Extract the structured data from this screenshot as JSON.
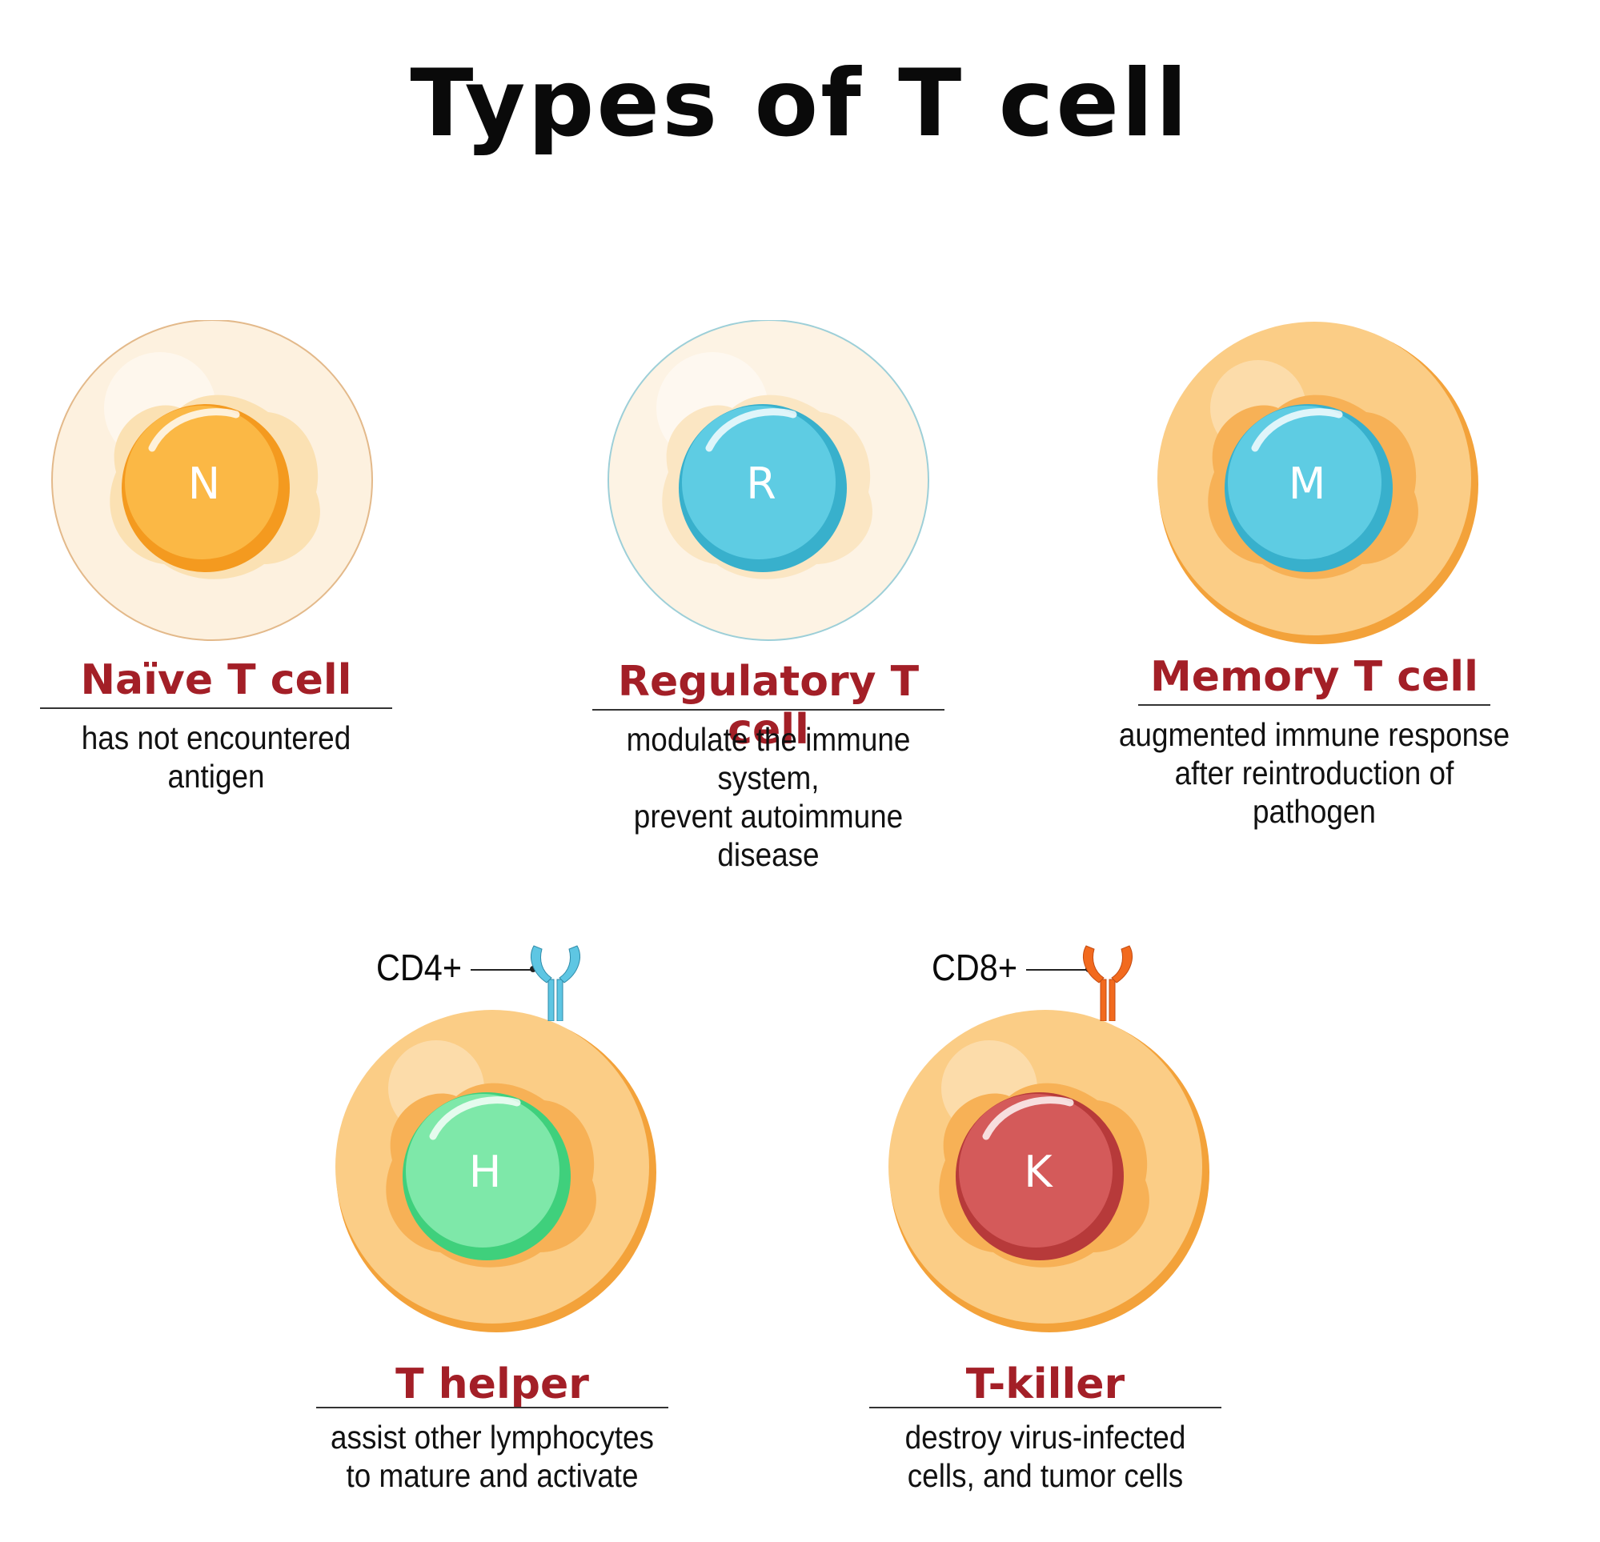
{
  "title": "Types of T cell",
  "cells": [
    {
      "name": "Naïve T cell",
      "letter": "N",
      "description_lines": [
        "has not encountered",
        "antigen"
      ],
      "colors": {
        "membrane": "#fdf1df",
        "cytoplasm": "#fbe1b3",
        "nucleus": "#fbb845",
        "nucleus_dark": "#f49a1f",
        "letter": "#ffffff"
      }
    },
    {
      "name": "Regulatory T cell",
      "letter": "R",
      "description_lines": [
        "modulate the immune system,",
        "prevent autoimmune disease"
      ],
      "colors": {
        "membrane": "#fdf3e4",
        "cytoplasm": "#fbe6c3",
        "nucleus": "#5ecce3",
        "nucleus_dark": "#38b0cc",
        "letter": "#ffffff"
      }
    },
    {
      "name": "Memory T cell",
      "letter": "M",
      "description_lines": [
        "augmented immune response",
        "after reintroduction of pathogen"
      ],
      "colors": {
        "membrane": "#fbcd86",
        "cytoplasm": "#f7b156",
        "nucleus": "#5ecce3",
        "nucleus_dark": "#38b0cc",
        "letter": "#ffffff"
      }
    },
    {
      "name": "T helper",
      "letter": "H",
      "marker": "CD4+",
      "description_lines": [
        "assist other lymphocytes",
        "to mature and activate"
      ],
      "colors": {
        "membrane": "#fbcd86",
        "cytoplasm": "#f7b156",
        "nucleus": "#7ee8a9",
        "nucleus_dark": "#3fd07c",
        "letter": "#ffffff",
        "receptor": "#5ec6e3"
      }
    },
    {
      "name": "T-killer",
      "letter": "K",
      "marker": "CD8+",
      "description_lines": [
        "destroy virus-infected",
        "cells, and tumor cells"
      ],
      "colors": {
        "membrane": "#fbcd86",
        "cytoplasm": "#f7b156",
        "nucleus": "#d45a5a",
        "nucleus_dark": "#b73a3a",
        "letter": "#ffffff",
        "receptor": "#f26a1e"
      }
    }
  ]
}
